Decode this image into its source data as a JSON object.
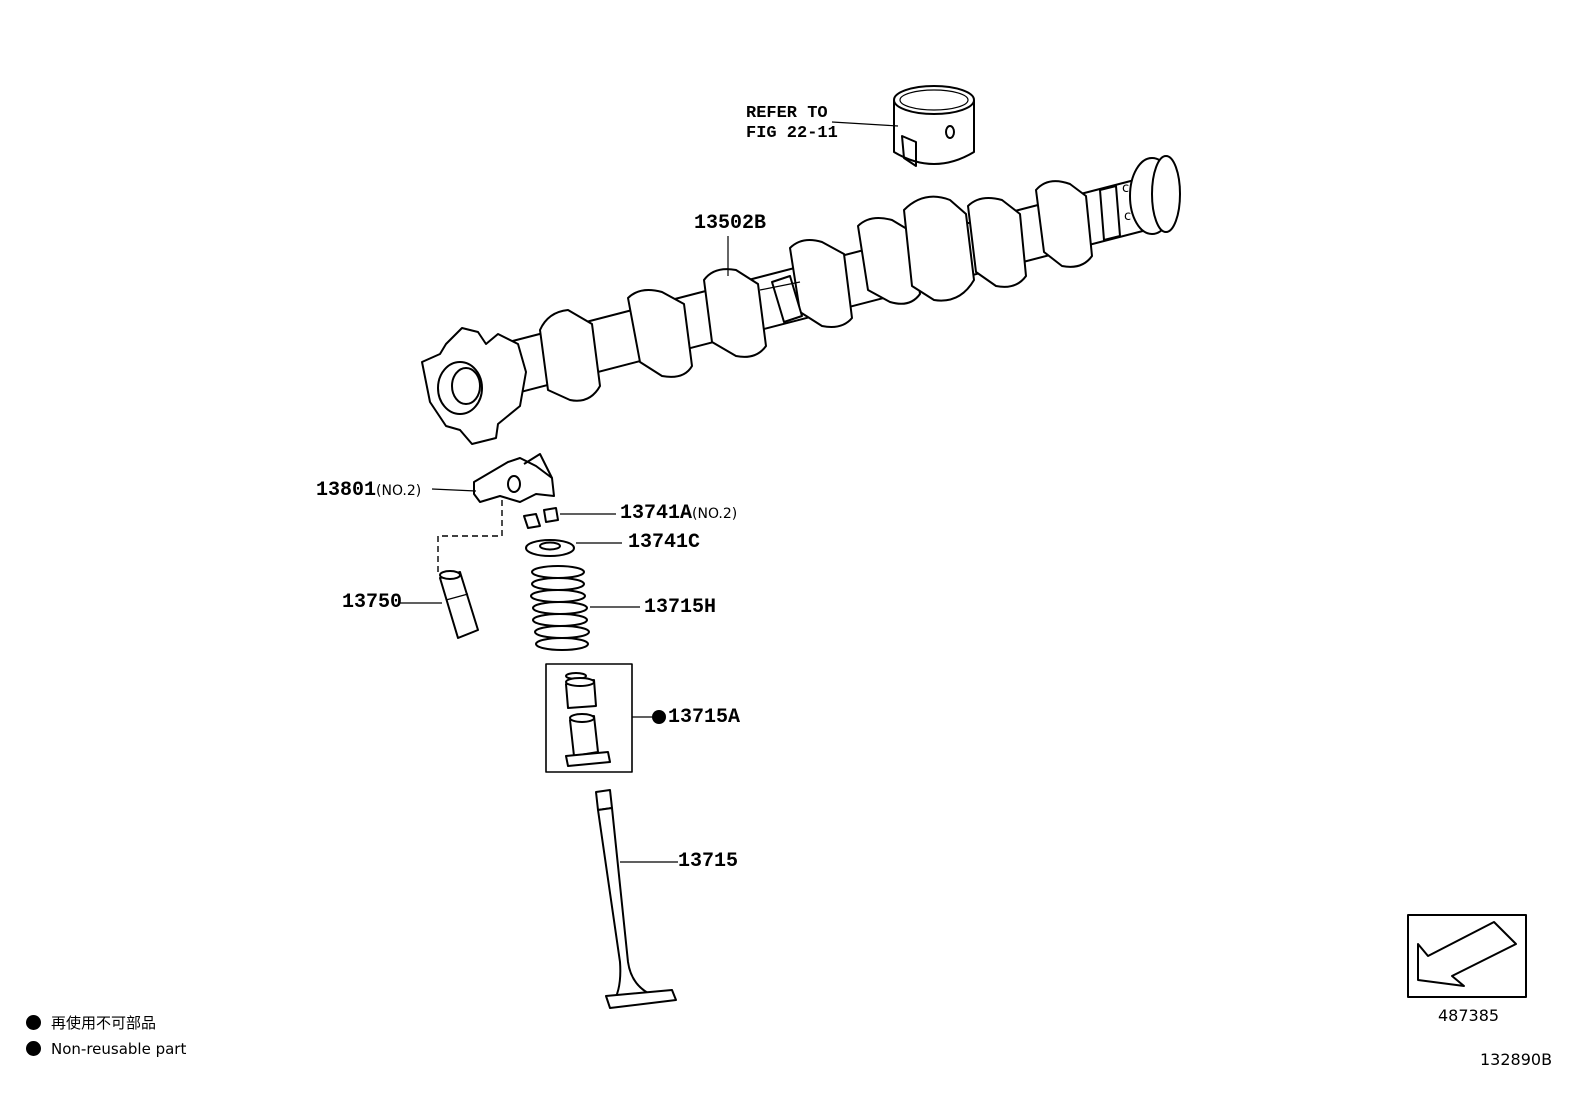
{
  "refer": {
    "line1": "REFER TO",
    "line2": "FIG 22-11"
  },
  "parts": {
    "camshaft": "13502B",
    "rocker_arm": "13801",
    "rocker_arm_note": "(NO.2)",
    "valve_keeper": "13741A",
    "valve_keeper_note": "(NO.2)",
    "spring_retainer": "13741C",
    "lash_adjuster": "13750",
    "valve_spring": "13715H",
    "stem_seal": "13715A",
    "valve": "13715"
  },
  "legend": {
    "line_jp": "再使用不可部品",
    "line_en": "Non-reusable part"
  },
  "direction_box_code": "487385",
  "figure_code": "132890B"
}
